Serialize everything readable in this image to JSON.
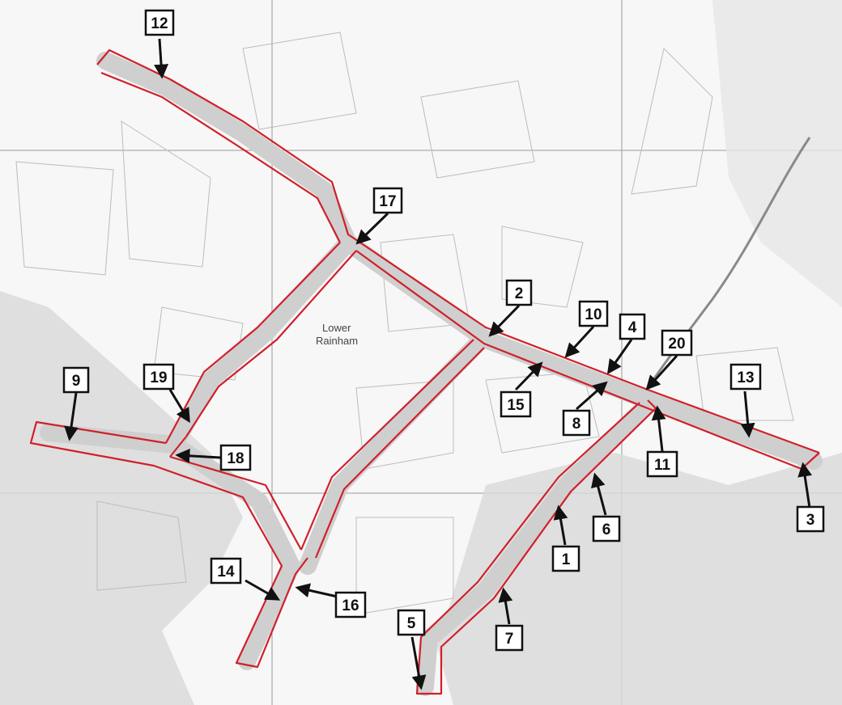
{
  "map": {
    "place_name_line1": "Lower",
    "place_name_line2": "Rainham",
    "route_color": "#d0202a",
    "label_border_color": "#111111",
    "markers": [
      {
        "id": "1",
        "label": "1"
      },
      {
        "id": "2",
        "label": "2"
      },
      {
        "id": "3",
        "label": "3"
      },
      {
        "id": "4",
        "label": "4"
      },
      {
        "id": "5",
        "label": "5"
      },
      {
        "id": "6",
        "label": "6"
      },
      {
        "id": "7",
        "label": "7"
      },
      {
        "id": "8",
        "label": "8"
      },
      {
        "id": "9",
        "label": "9"
      },
      {
        "id": "10",
        "label": "10"
      },
      {
        "id": "11",
        "label": "11"
      },
      {
        "id": "12",
        "label": "12"
      },
      {
        "id": "13",
        "label": "13"
      },
      {
        "id": "14",
        "label": "14"
      },
      {
        "id": "15",
        "label": "15"
      },
      {
        "id": "16",
        "label": "16"
      },
      {
        "id": "17",
        "label": "17"
      },
      {
        "id": "18",
        "label": "18"
      },
      {
        "id": "19",
        "label": "19"
      },
      {
        "id": "20",
        "label": "20"
      }
    ]
  }
}
